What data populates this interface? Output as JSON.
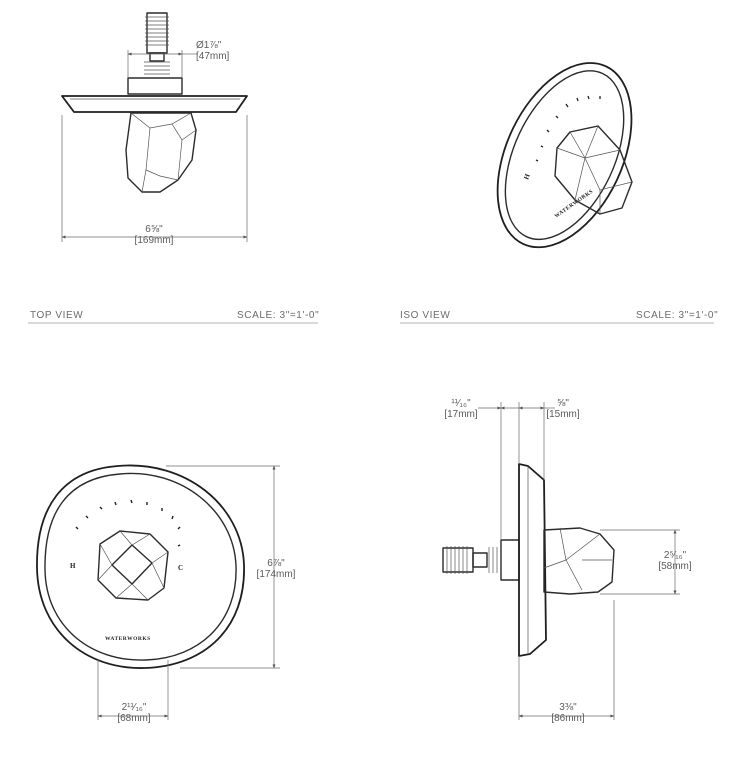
{
  "views": {
    "top": {
      "title": "TOP VIEW",
      "scale": "SCALE: 3\"=1'-0\""
    },
    "iso": {
      "title": "ISO VIEW",
      "scale": "SCALE: 3\"=1'-0\""
    }
  },
  "brand": "WATERWORKS",
  "markings": {
    "hot": "H",
    "cold": "C"
  },
  "dimensions": {
    "top_stem_dia": {
      "imperial": "Ø1⅞\"",
      "metric": "[47mm]"
    },
    "top_width": {
      "imperial": "6⅝\"",
      "metric": "[169mm]"
    },
    "front_height": {
      "imperial": "6⅞\"",
      "metric": "[174mm]"
    },
    "front_handle_width": {
      "imperial": "2¹¹⁄₁₆\"",
      "metric": "[68mm]"
    },
    "side_stem": {
      "imperial": "¹¹⁄₁₆\"",
      "metric": "[17mm]"
    },
    "side_plate": {
      "imperial": "⅝\"",
      "metric": "[15mm]"
    },
    "side_handle_height": {
      "imperial": "2⁵⁄₁₆\"",
      "metric": "[58mm]"
    },
    "side_depth": {
      "imperial": "3⅜\"",
      "metric": "[86mm]"
    }
  }
}
